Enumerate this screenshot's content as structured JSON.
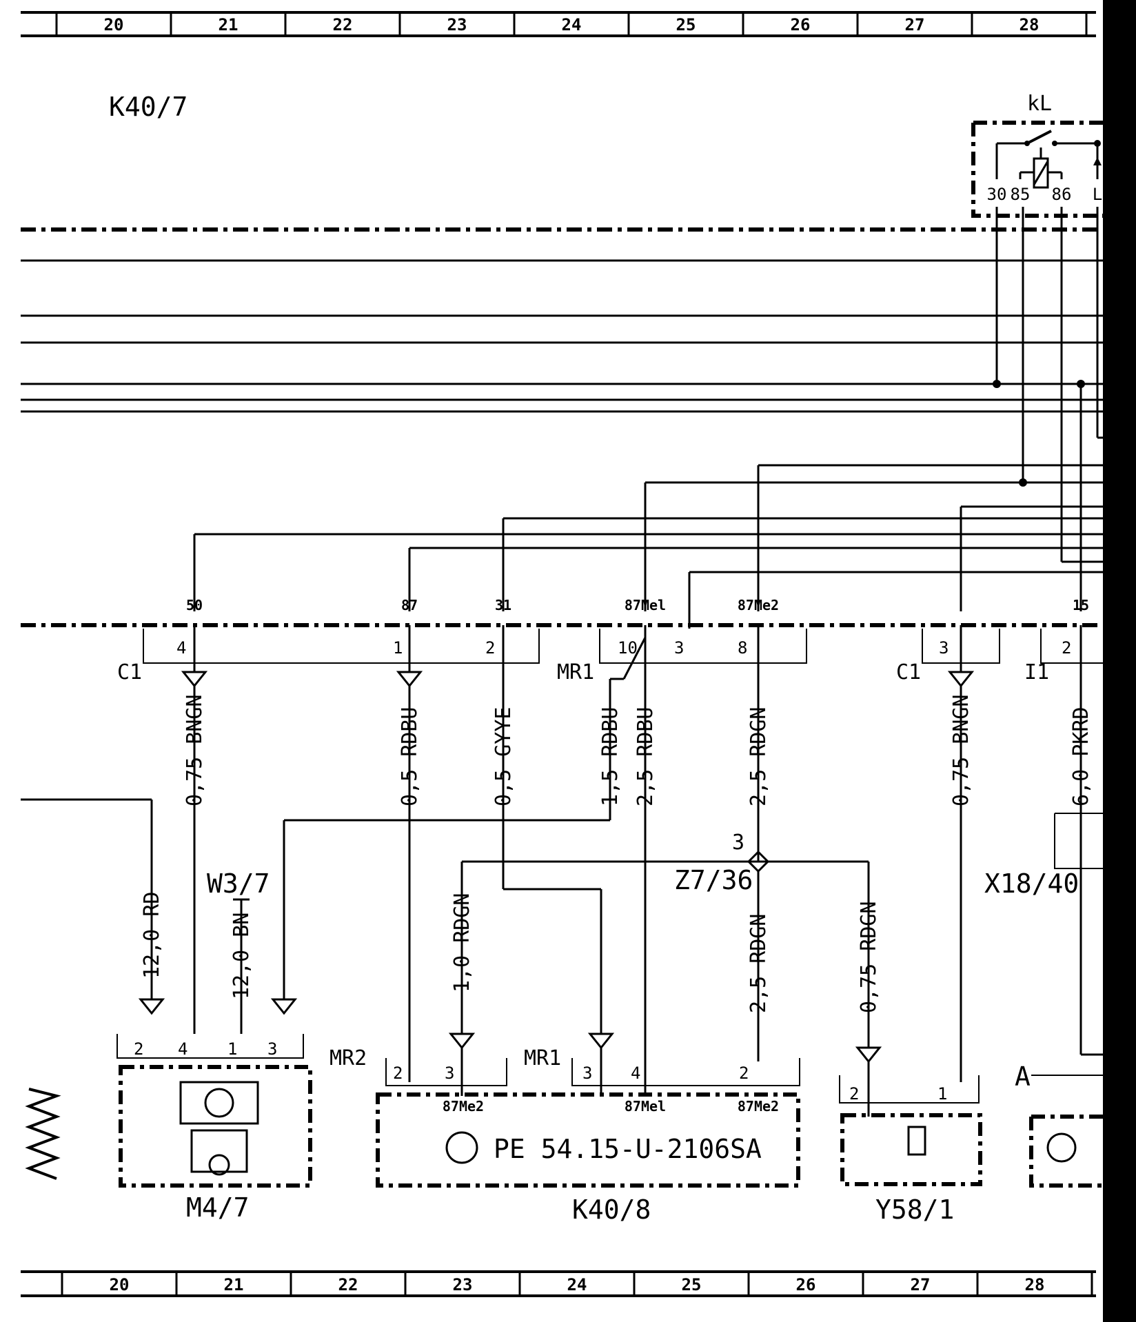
{
  "grid_columns": [
    "20",
    "21",
    "22",
    "23",
    "24",
    "25",
    "26",
    "27",
    "28"
  ],
  "components": {
    "module_top": "K40/7",
    "relay": "kL",
    "relay_pins": [
      "30",
      "85",
      "86",
      "L"
    ],
    "fan_motor": "M4/7",
    "ground_point": "W3/7",
    "relay_module": "K40/8",
    "reference": "PE 54.15-U-2106SA",
    "valve": "Y58/1",
    "connector_sleeve": "Z7/36",
    "connector_sleeve_pin": "3",
    "plug_x18": "X18/40",
    "module_a": "A"
  },
  "terminals": [
    "50",
    "87",
    "31",
    "87Mel",
    "87Me2",
    "15"
  ],
  "connectors": {
    "c1_left": "C1",
    "c1_right": "C1",
    "mr1_top": "MR1",
    "i1": "I1",
    "mr2": "MR2",
    "mr1_bottom": "MR1"
  },
  "connector_pins": {
    "c1_pin": "4",
    "c1b_pin1": "1",
    "c1b_pin2": "2",
    "mr1_10": "10",
    "mr1_3": "3",
    "mr1_8": "8",
    "c1r_pin": "3",
    "i1_pin": "2",
    "m47_pins": [
      "2",
      "4",
      "1",
      "3"
    ],
    "k408_mr2_pins": [
      "2",
      "3"
    ],
    "k408_mr1_pins": [
      "3",
      "4",
      "2"
    ],
    "k408_sub": [
      "87Me2",
      "87Mel",
      "87Me2"
    ],
    "y58_pins": [
      "2",
      "1"
    ]
  },
  "wires": {
    "w1": "0,75 BNGN",
    "w2": "0,5 RDBU",
    "w3": "0,5 GYYE",
    "w4": "1,5 RDBU",
    "w5": "2,5 RDBU",
    "w6": "2,5 RDGN",
    "w7": "0,75 BNGN",
    "w8": "6,0 PKRD",
    "w9": "12,0 RD",
    "w10": "12,0 BN",
    "w11": "1,0 RDGN",
    "w12": "2,5 RDGN",
    "w13": "0,75 RDGN"
  }
}
